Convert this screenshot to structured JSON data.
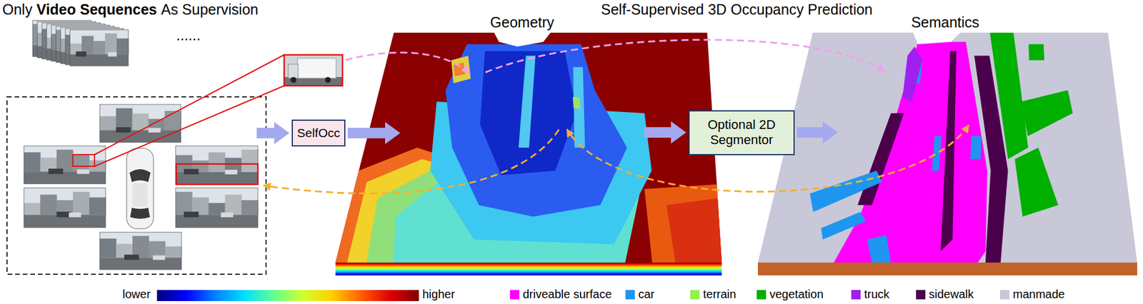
{
  "diagram": {
    "title": "Self-Supervised 3D Occupancy Prediction",
    "nodes": [
      {
        "text": [
          "SelfOcc"
        ]
      },
      {
        "text": [
          "Geometry"
        ]
      },
      {
        "text": [
          "Optional 2D Segmentor"
        ]
      },
      {
        "text": [
          "Semantics"
        ]
      }
    ],
    "edges": [
      {
        "from": 0,
        "to": 1,
        "arrow": "to"
      },
      {
        "from": 1,
        "to": 2,
        "arrow": "to"
      },
      {
        "from": 2,
        "to": 3,
        "arrow": "to"
      }
    ],
    "labels": [
      "Only",
      "Video Sequences",
      "As Supervision",
      "......",
      "lower",
      "higher"
    ],
    "legend": [
      {
        "text": "driveable surface",
        "color": "#ff00ff"
      },
      {
        "text": "car",
        "color": "#1e96f0"
      },
      {
        "text": "terrain",
        "color": "#96f050"
      },
      {
        "text": "vegetation",
        "color": "#00af00"
      },
      {
        "text": "truck",
        "color": "#a020f0"
      },
      {
        "text": "sidewalk",
        "color": "#4b004b"
      },
      {
        "text": "manmade",
        "color": "#c8c8d8"
      }
    ]
  }
}
